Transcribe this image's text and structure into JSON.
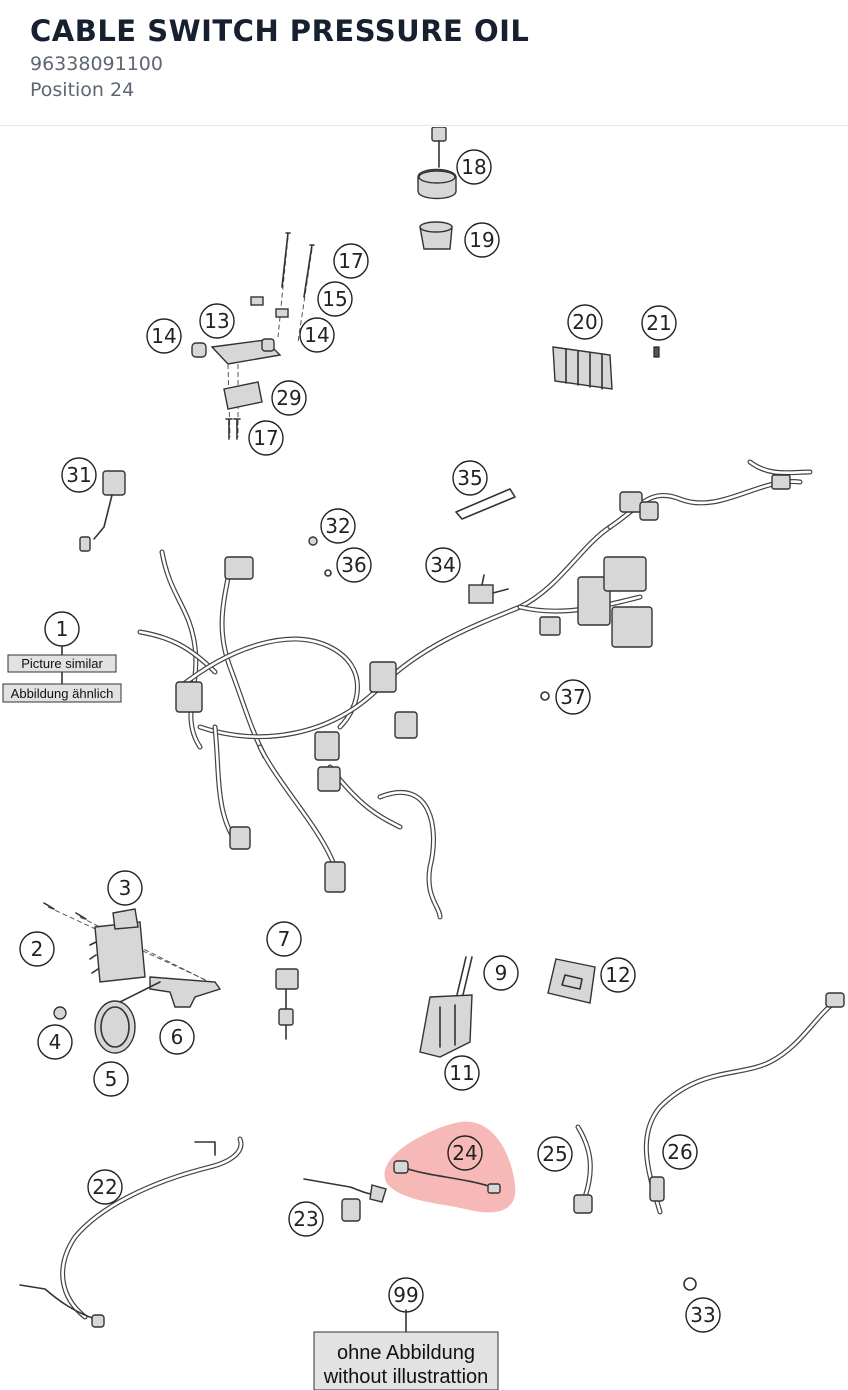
{
  "header": {
    "title": "CABLE SWITCH PRESSURE OIL",
    "part_number": "96338091100",
    "position": "Position 24"
  },
  "highlight_color": "#f4a0a0",
  "callouts": [
    {
      "label": "18"
    },
    {
      "label": "19"
    },
    {
      "label": "17"
    },
    {
      "label": "15"
    },
    {
      "label": "13"
    },
    {
      "label": "14"
    },
    {
      "label": "14"
    },
    {
      "label": "29"
    },
    {
      "label": "17"
    },
    {
      "label": "20"
    },
    {
      "label": "21"
    },
    {
      "label": "31"
    },
    {
      "label": "35"
    },
    {
      "label": "32"
    },
    {
      "label": "36"
    },
    {
      "label": "34"
    },
    {
      "label": "1"
    },
    {
      "label": "37"
    },
    {
      "label": "3"
    },
    {
      "label": "2"
    },
    {
      "label": "7"
    },
    {
      "label": "9"
    },
    {
      "label": "12"
    },
    {
      "label": "6"
    },
    {
      "label": "4"
    },
    {
      "label": "5"
    },
    {
      "label": "11"
    },
    {
      "label": "24"
    },
    {
      "label": "25"
    },
    {
      "label": "26"
    },
    {
      "label": "22"
    },
    {
      "label": "23"
    },
    {
      "label": "99"
    },
    {
      "label": "33"
    }
  ],
  "notes": {
    "picture_similar": "Picture similar",
    "abbildung": "Abbildung ähnlich",
    "ohne": "ohne Abbildung",
    "without": "without illustrattion"
  }
}
